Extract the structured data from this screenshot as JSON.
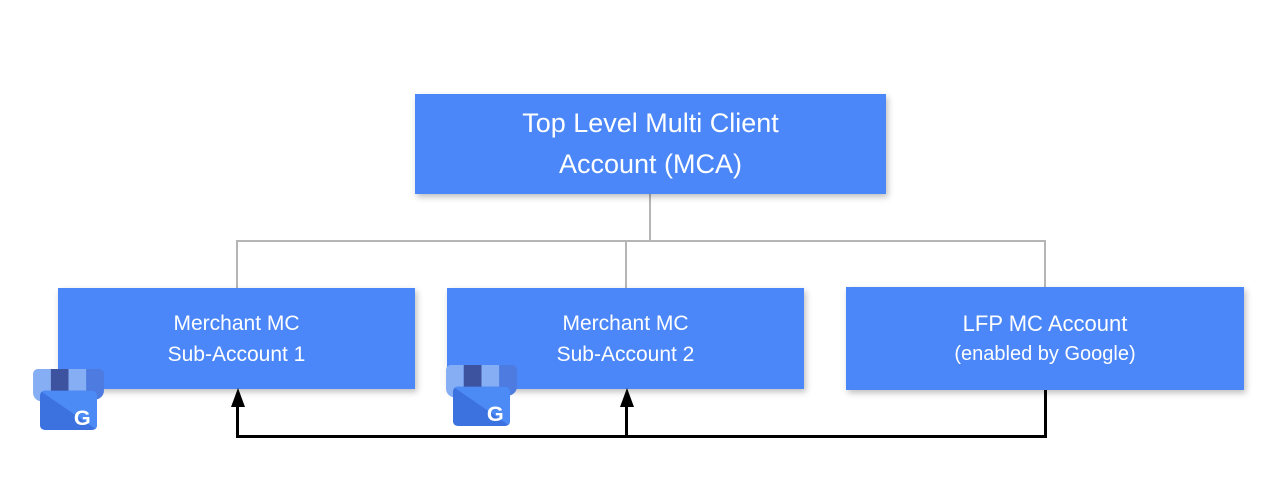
{
  "nodes": {
    "top": {
      "line1": "Top Level Multi Client",
      "line2": "Account (MCA)"
    },
    "sub1": {
      "line1": "Merchant MC",
      "line2": "Sub-Account 1"
    },
    "sub2": {
      "line1": "Merchant MC",
      "line2": "Sub-Account 2"
    },
    "lfp": {
      "line1": "LFP MC Account",
      "line2": "(enabled by Google)"
    }
  },
  "connections": {
    "hierarchy": [
      {
        "from": "top",
        "to": "sub1",
        "style": "gray-tree-line"
      },
      {
        "from": "top",
        "to": "sub2",
        "style": "gray-tree-line"
      },
      {
        "from": "top",
        "to": "lfp",
        "style": "gray-tree-line"
      }
    ],
    "arrows": [
      {
        "from": "lfp",
        "to": "sub1",
        "style": "black-arrow"
      },
      {
        "from": "lfp",
        "to": "sub2",
        "style": "black-arrow"
      }
    ]
  },
  "icons": {
    "gmb": {
      "name": "google-my-business-storefront-icon",
      "letter": "G"
    }
  },
  "colors": {
    "node_fill": "#4b87f8",
    "node_text": "#ffffff",
    "tree_connector": "#b5b5b5",
    "feed_arrow": "#000000",
    "gmb_awning_light": "#85AEF5",
    "gmb_awning_dark": "#3E539F",
    "gmb_awning_mid": "#4D7BDF",
    "gmb_body_dark": "#3C72E0",
    "gmb_body_light": "#4C8AF6",
    "gmb_letter": "#ffffff"
  }
}
